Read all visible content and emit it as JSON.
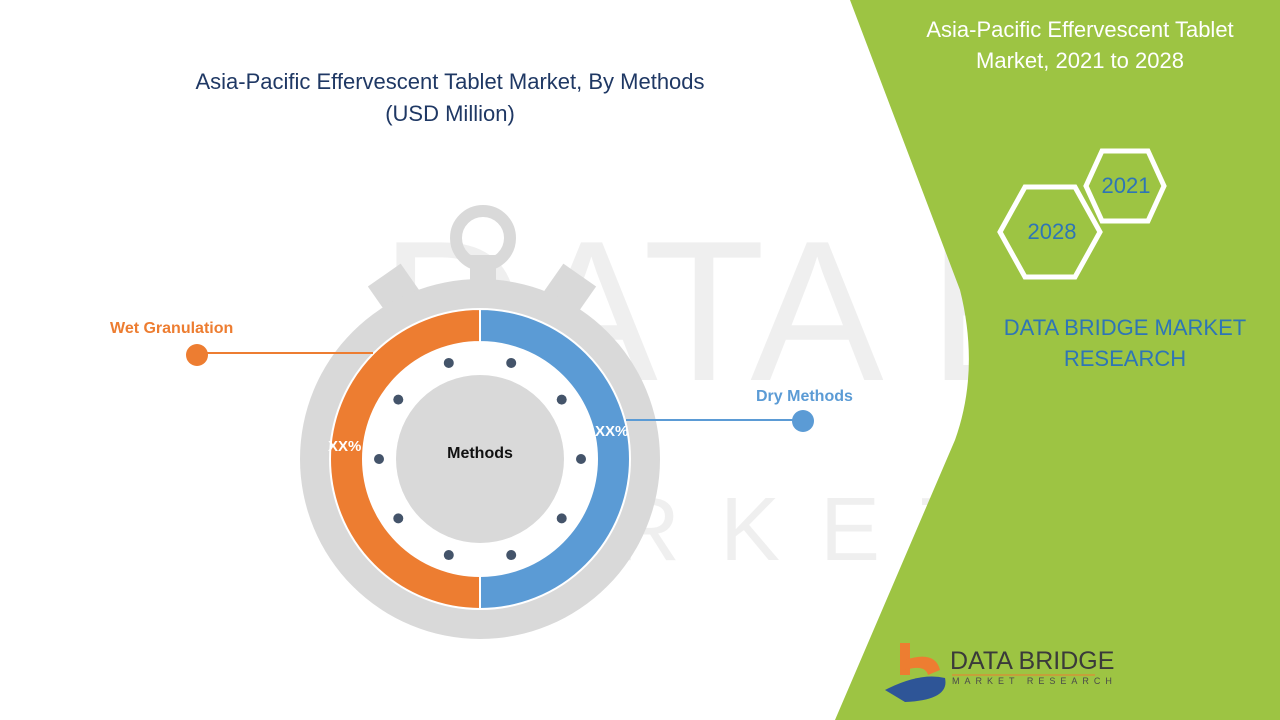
{
  "title_line1": "Asia-Pacific Effervescent Tablet Market, By Methods",
  "title_line2": "(USD Million)",
  "panel": {
    "title_line1": "Asia-Pacific Effervescent Tablet",
    "title_line2": "Market, 2021 to 2028",
    "year_start": "2021",
    "year_end": "2028",
    "brand_line1": "DATA BRIDGE MARKET",
    "brand_line2": "RESEARCH",
    "logo_text": "DATA BRIDGE",
    "logo_sub": "MARKET RESEARCH"
  },
  "chart_data": {
    "type": "pie",
    "title": "Asia-Pacific Effervescent Tablet Market, By Methods (USD Million)",
    "center_label": "Methods",
    "segments": [
      {
        "name": "Wet Granulation",
        "value": 50,
        "label": "XX%",
        "color": "#ed7d31"
      },
      {
        "name": "Dry Methods",
        "value": 50,
        "label": "XX%",
        "color": "#5b9bd5"
      }
    ]
  },
  "colors": {
    "green": "#9dc443",
    "orange": "#ed7d31",
    "blue": "#5b9bd5",
    "gray": "#d9d9d9",
    "navy": "#1f3864"
  }
}
